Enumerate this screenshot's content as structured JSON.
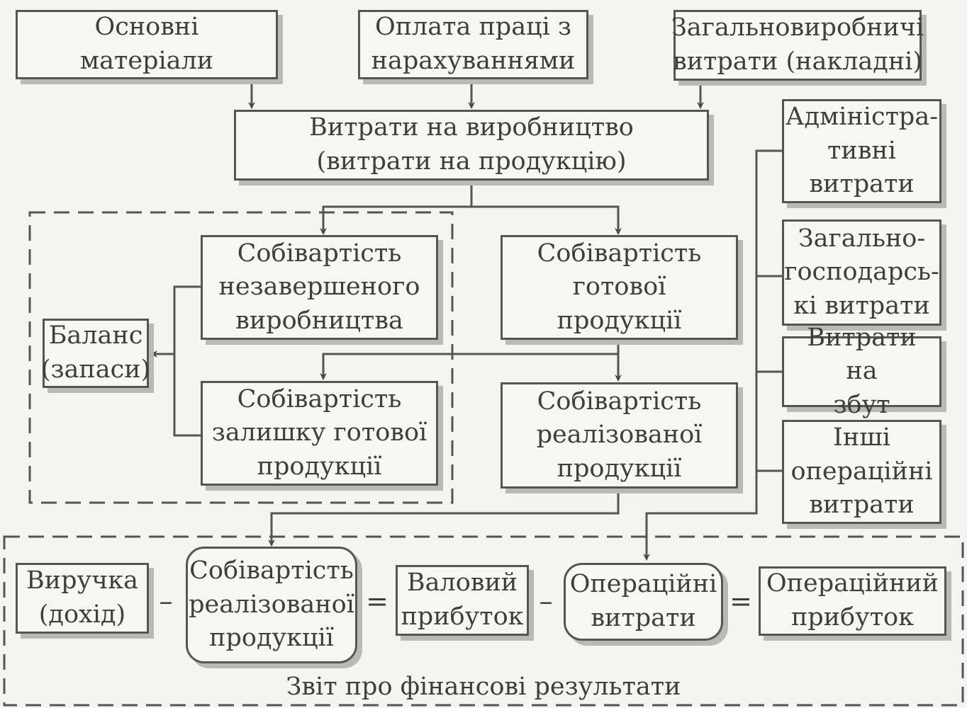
{
  "boxes": {
    "main_materials": "Основні\nматеріали",
    "labor": "Оплата праці з\nнарахуваннями",
    "overhead": "Загальновиробничі\nвитрати (накладні)",
    "production_costs": "Витрати на виробництво\n(витрати на продукцію)",
    "admin": "Адміністра-\nтивні\nвитрати",
    "general_business": "Загально-\nгосподарсь-\nкі витрати",
    "selling": "Витрати на\nзбут",
    "other_operating": "Інші\nопераційні\nвитрати",
    "wip_cost": "Собівартість\nнезавершеного\nвиробництва",
    "finished_goods_cost": "Собівартість\nготової\nпродукції",
    "balance": "Баланс\n(запаси)",
    "finished_stock_cost": "Собівартість\nзалишку готової\nпродукції",
    "sold_goods_cost": "Собівартість\nреалізованої\nпродукції"
  },
  "formula": {
    "revenue": "Виручка\n(дохід)",
    "minus_1": "–",
    "cogs": "Собівартість\nреалізованої\nпродукції",
    "equals_1": "=",
    "gross_profit": "Валовий\nприбуток",
    "minus_2": "–",
    "operating_expenses": "Операційні\nвитрати",
    "equals_2": "=",
    "operating_profit": "Операційний\nприбуток"
  },
  "frames": {
    "financial_report_label": "Звіт про фінансові результати"
  }
}
